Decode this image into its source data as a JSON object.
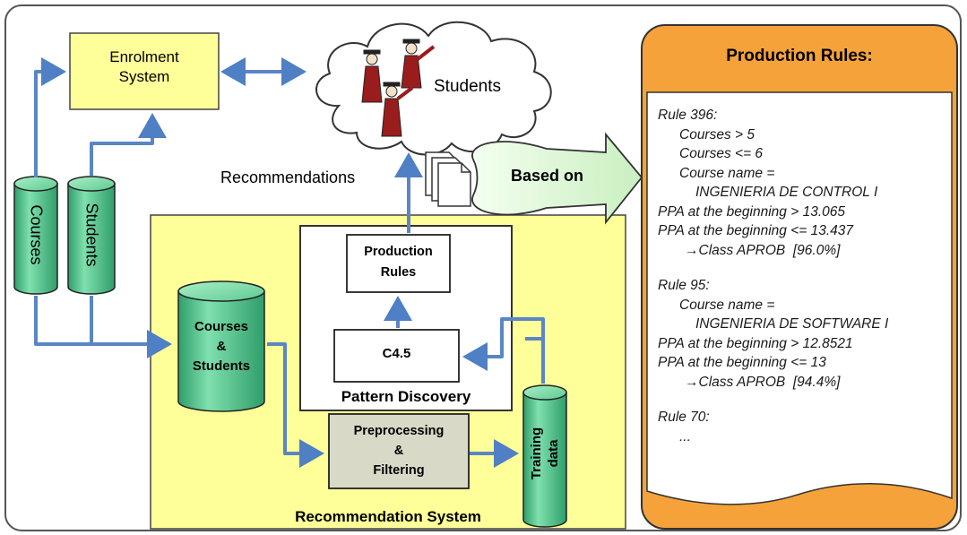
{
  "enrolment_system": {
    "line1": "Enrolment",
    "line2": "System"
  },
  "students_cloud": {
    "label": "Students"
  },
  "recommendations_label": "Recommendations",
  "based_on_label": "Based on",
  "courses_db": {
    "label": "Courses"
  },
  "students_db": {
    "label": "Students"
  },
  "courses_students_db": {
    "line1": "Courses",
    "line2": "&",
    "line3": "Students"
  },
  "recommendation_system": {
    "title": "Recommendation System"
  },
  "pattern_discovery": {
    "title": "Pattern Discovery"
  },
  "production_rules_box": {
    "line1": "Production",
    "line2": "Rules"
  },
  "c45_box": {
    "label": "C4.5"
  },
  "preprocessing_box": {
    "line1": "Preprocessing",
    "line2": "&",
    "line3": "Filtering"
  },
  "training_data_db": {
    "line1": "Training",
    "line2": "data"
  },
  "rules_panel": {
    "title": "Production Rules:",
    "rules": [
      {
        "name": "Rule 396:",
        "lines": [
          "Courses > 5",
          "Courses <= 6",
          "Course name =",
          "INGENIERIA DE CONTROL I",
          "PPA at the beginning > 13.065",
          "PPA at the beginning <= 13.437",
          "→Class APROB  [96.0%]"
        ]
      },
      {
        "name": "Rule 95:",
        "lines": [
          "Course name =",
          "INGENIERIA DE SOFTWARE I",
          "PPA at the beginning > 12.8521",
          "PPA at the beginning <= 13",
          "→Class APROB  [94.4%]"
        ]
      },
      {
        "name": "Rule 70:",
        "lines": [
          "..."
        ]
      }
    ]
  },
  "colors": {
    "arrow": "#5a86c4",
    "yellow_box": "#ffff99",
    "db_green": "#4fc28a",
    "panel_orange": "#f6a53a",
    "grey_box": "#e2e2d0"
  }
}
